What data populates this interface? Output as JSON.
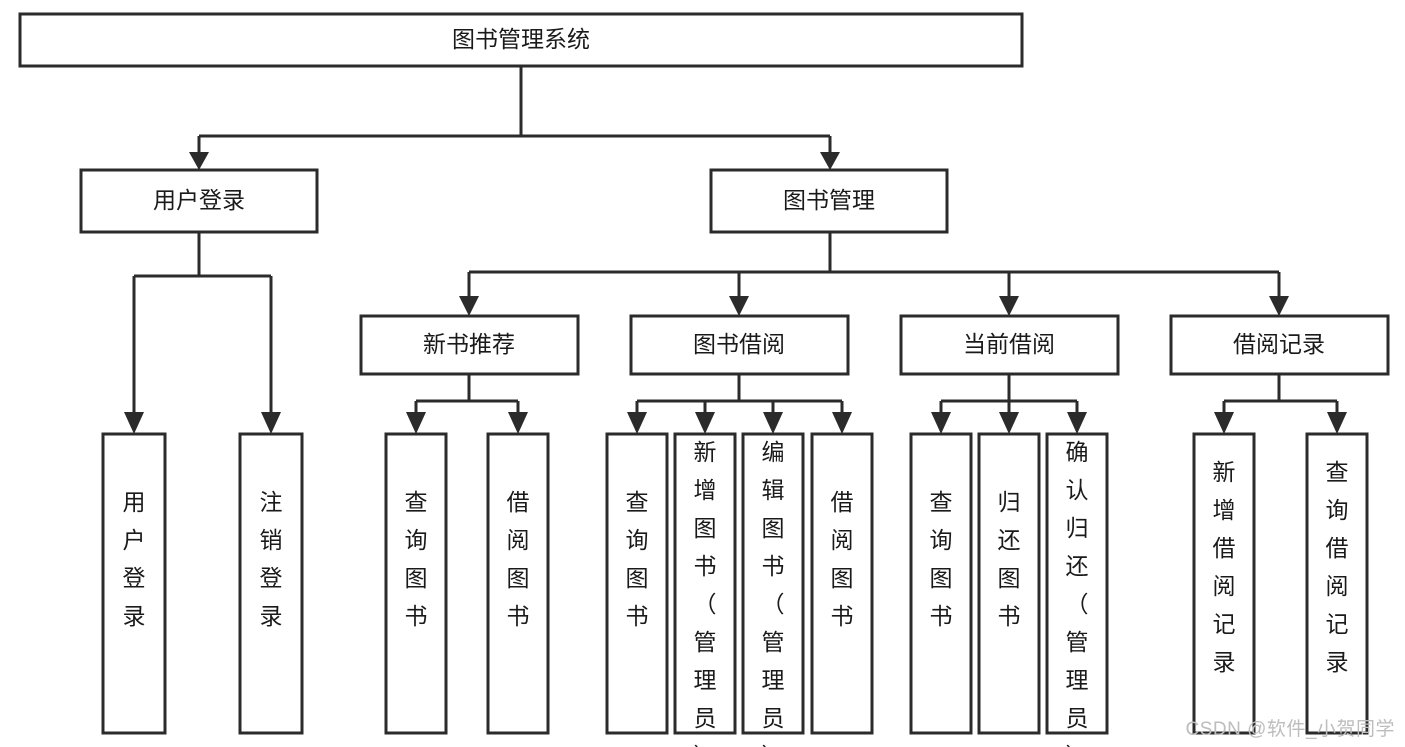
{
  "diagram": {
    "type": "tree",
    "title": "图书管理系统",
    "orientation": "top-down",
    "colors": {
      "box_stroke": "#2b2b2b",
      "box_fill": "#ffffff",
      "text": "#1a1a1a",
      "background": "#ffffff",
      "watermark": "#bdbdbd"
    },
    "root": {
      "label": "图书管理系统"
    },
    "level1": [
      {
        "id": "user-login",
        "label": "用户登录"
      },
      {
        "id": "book-manage",
        "label": "图书管理"
      }
    ],
    "level2": [
      {
        "id": "new-book-recommend",
        "label": "新书推荐",
        "parent": "book-manage"
      },
      {
        "id": "book-borrow",
        "label": "图书借阅",
        "parent": "book-manage"
      },
      {
        "id": "current-borrow",
        "label": "当前借阅",
        "parent": "book-manage"
      },
      {
        "id": "borrow-record",
        "label": "借阅记录",
        "parent": "book-manage"
      }
    ],
    "leaves": {
      "user-login": [
        {
          "id": "leaf-user-login",
          "label": "用户登录"
        },
        {
          "id": "leaf-logout-login",
          "label": "注销登录"
        }
      ],
      "new-book-recommend": [
        {
          "id": "leaf-query-book-1",
          "label": "查询图书"
        },
        {
          "id": "leaf-borrow-book-1",
          "label": "借阅图书"
        }
      ],
      "book-borrow": [
        {
          "id": "leaf-query-book-2",
          "label": "查询图书"
        },
        {
          "id": "leaf-add-book",
          "label": "新增图书（管理员）"
        },
        {
          "id": "leaf-edit-book",
          "label": "编辑图书（管理员）"
        },
        {
          "id": "leaf-borrow-book-2",
          "label": "借阅图书"
        }
      ],
      "current-borrow": [
        {
          "id": "leaf-query-book-3",
          "label": "查询图书"
        },
        {
          "id": "leaf-return-book",
          "label": "归还图书"
        },
        {
          "id": "leaf-confirm-return",
          "label": "确认归还（管理员）"
        }
      ],
      "borrow-record": [
        {
          "id": "leaf-add-record",
          "label": "新增借阅记录"
        },
        {
          "id": "leaf-query-record",
          "label": "查询借阅记录"
        }
      ]
    }
  },
  "watermark": {
    "text": "CSDN @软件_小贺同学"
  }
}
